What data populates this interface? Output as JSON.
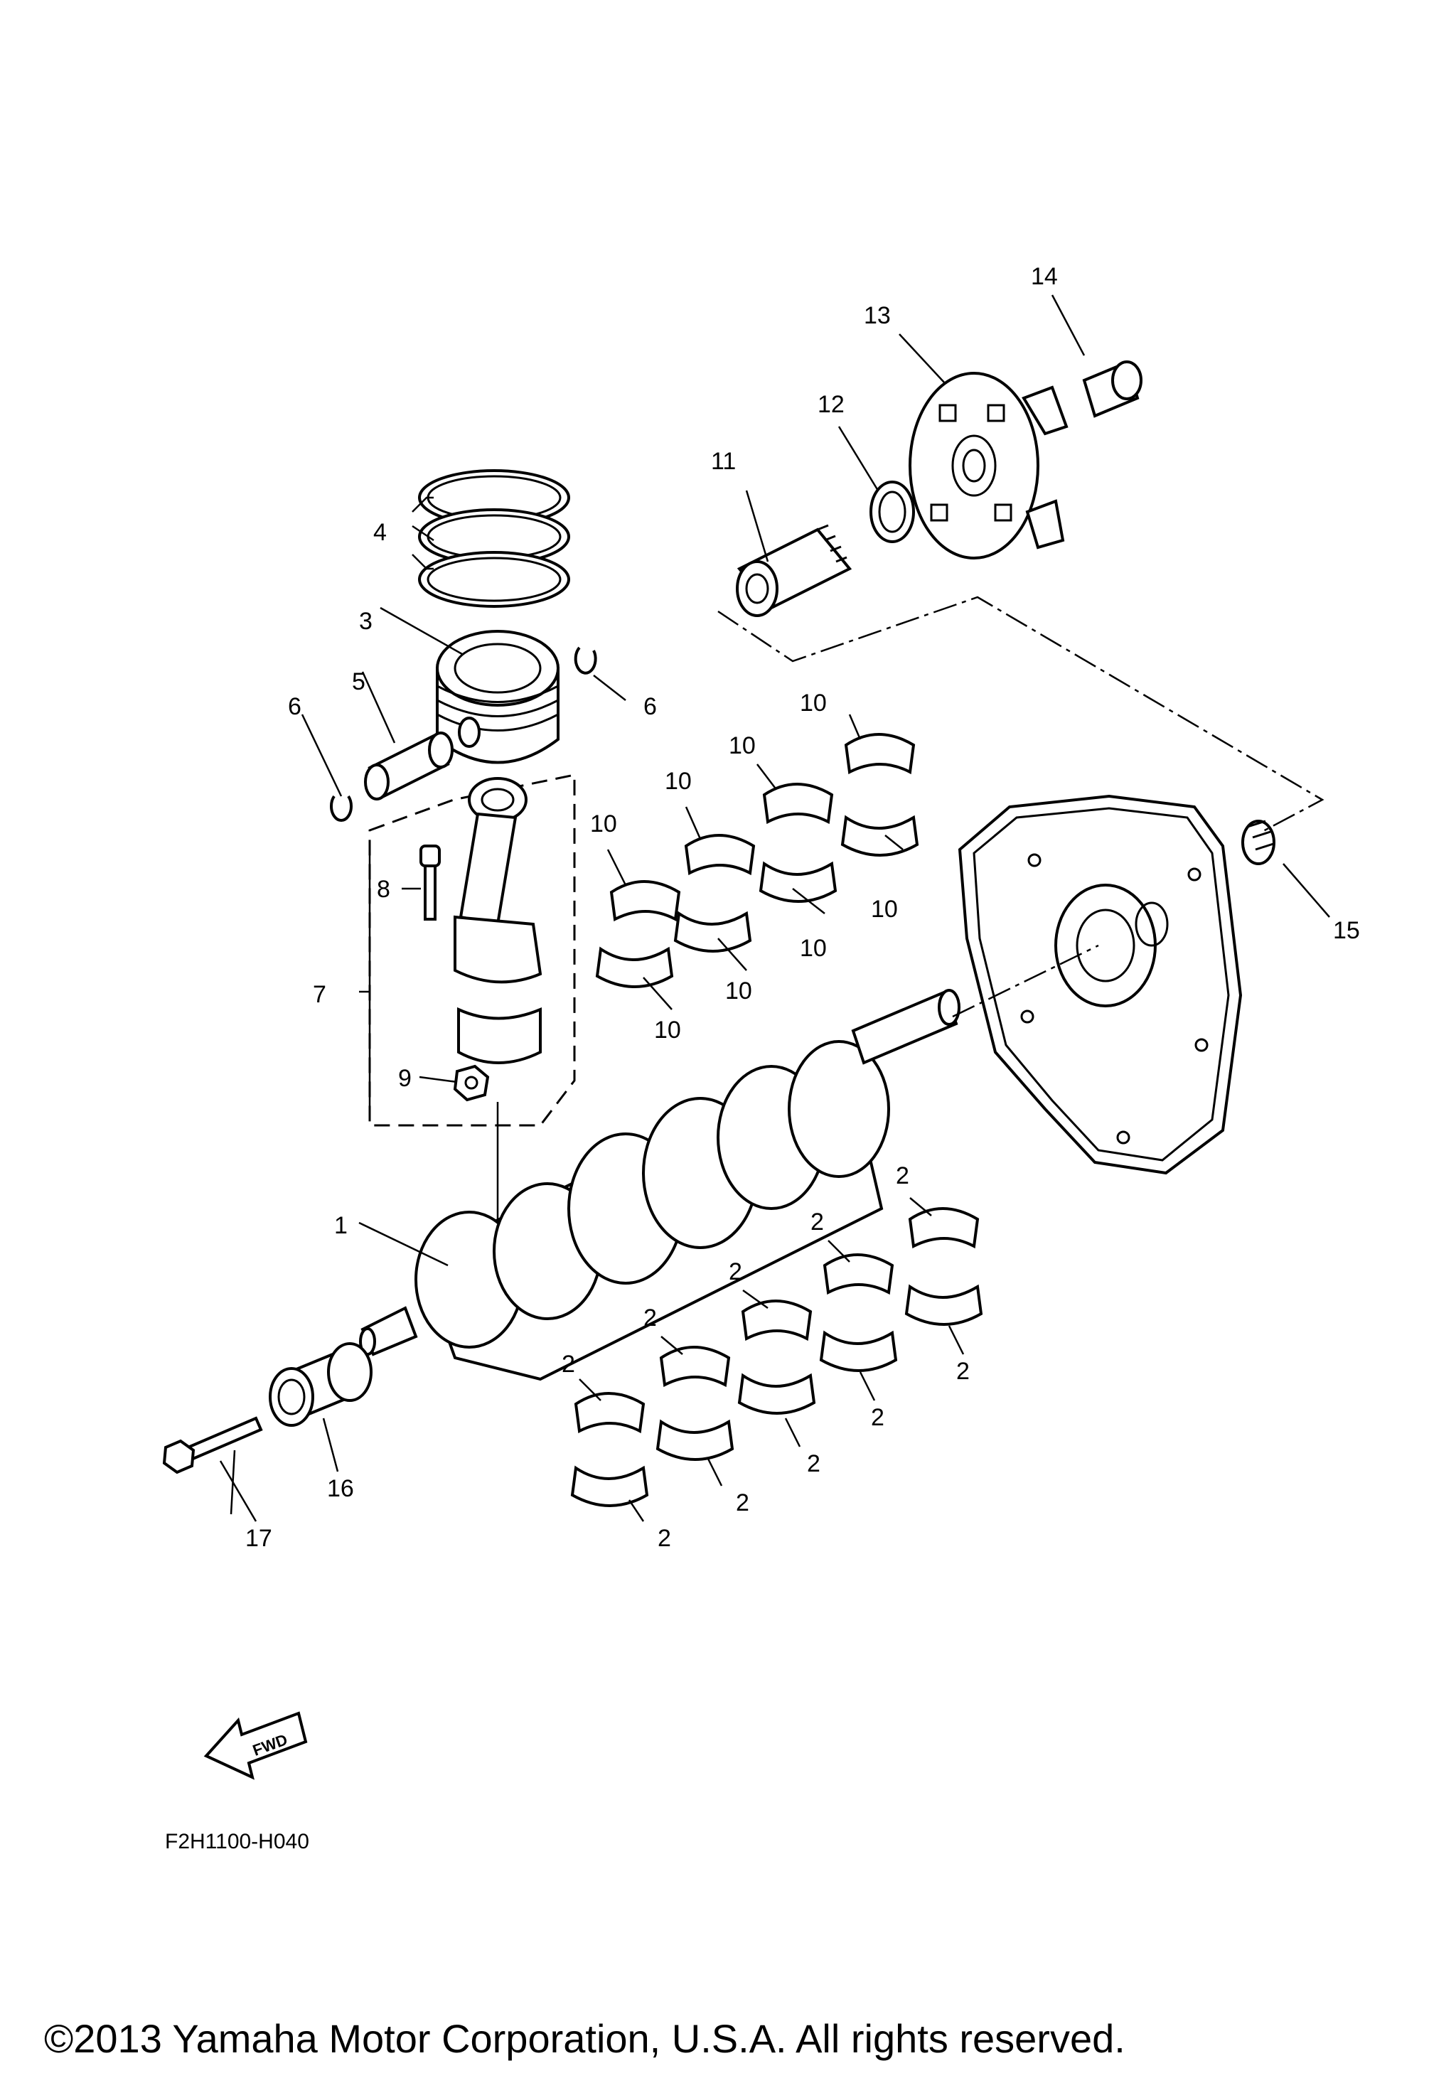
{
  "callouts": {
    "c1": "1",
    "c2": "2",
    "c3": "3",
    "c4": "4",
    "c5": "5",
    "c6": "6",
    "c7": "7",
    "c8": "8",
    "c9": "9",
    "c10": "10",
    "c11": "11",
    "c12": "12",
    "c13": "13",
    "c14": "14",
    "c15": "15",
    "c16": "16",
    "c17": "17"
  },
  "arrow_label": "FWD",
  "diagram_code": "F2H1100-H040",
  "copyright": "©2013 Yamaha Motor Corporation, U.S.A. All rights reserved.",
  "icons": [
    "fwd-arrow-icon"
  ]
}
